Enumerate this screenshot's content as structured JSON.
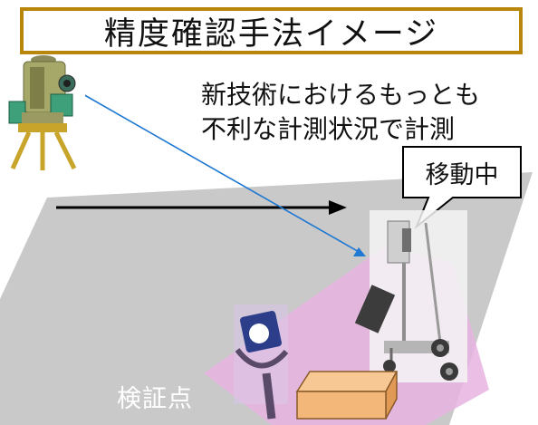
{
  "title": "精度確認手法イメージ",
  "caption": {
    "line1": "新技術におけるもっとも",
    "line2": "不利な計測状況で計測"
  },
  "callout": {
    "label": "移動中"
  },
  "verification_point": {
    "label": "検証点"
  },
  "colors": {
    "title_border": "#b8860b",
    "ground": "#c9c9c9",
    "coverage_area": "#e8b4e0",
    "sight_line": "#1f78d1",
    "movement_arrow": "#000000",
    "box": "#f3b77a"
  },
  "icons": {
    "instrument": "total-station-icon",
    "scanner": "mobile-scanner-cart-icon",
    "target": "prism-target-icon",
    "marker": "verification-box-icon"
  }
}
